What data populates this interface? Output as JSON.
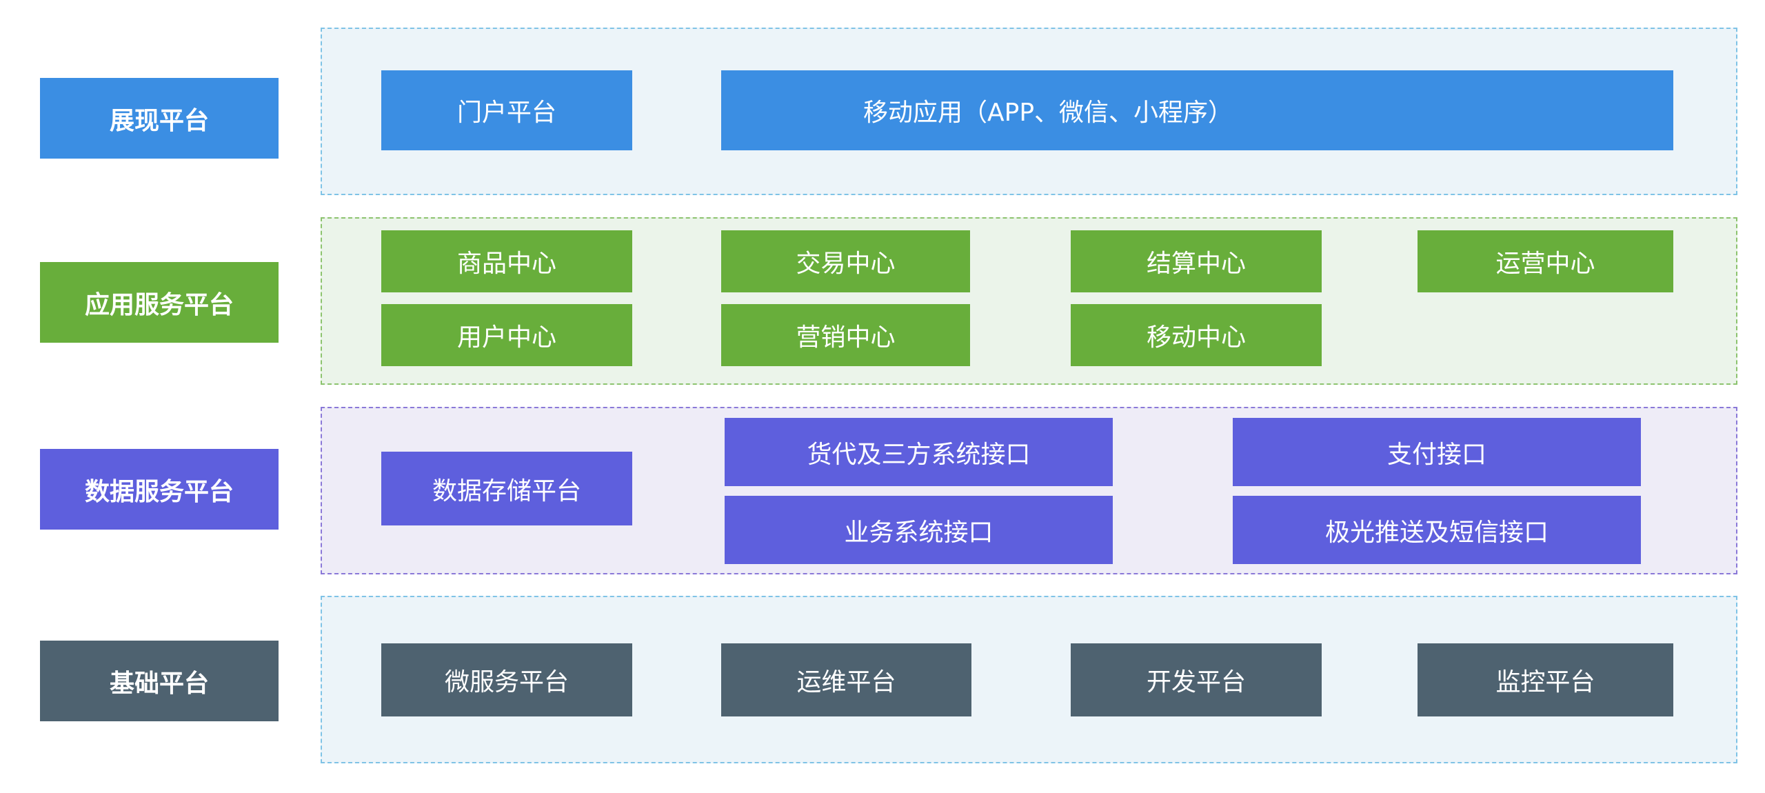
{
  "colors": {
    "presentation": "#3b8ee3",
    "application": "#68ae3b",
    "data": "#5e5fdd",
    "foundation": "#4e6270"
  },
  "layers": {
    "presentation": {
      "label": "展现平台",
      "items": [
        "门户平台",
        "移动应用（APP、微信、小程序）"
      ]
    },
    "application": {
      "label": "应用服务平台",
      "items": [
        "商品中心",
        "交易中心",
        "结算中心",
        "运营中心",
        "用户中心",
        "营销中心",
        "移动中心"
      ]
    },
    "data": {
      "label": "数据服务平台",
      "items": [
        "数据存储平台",
        "货代及三方系统接口",
        "支付接口",
        "业务系统接口",
        "极光推送及短信接口"
      ]
    },
    "foundation": {
      "label": "基础平台",
      "items": [
        "微服务平台",
        "运维平台",
        "开发平台",
        "监控平台"
      ]
    }
  }
}
